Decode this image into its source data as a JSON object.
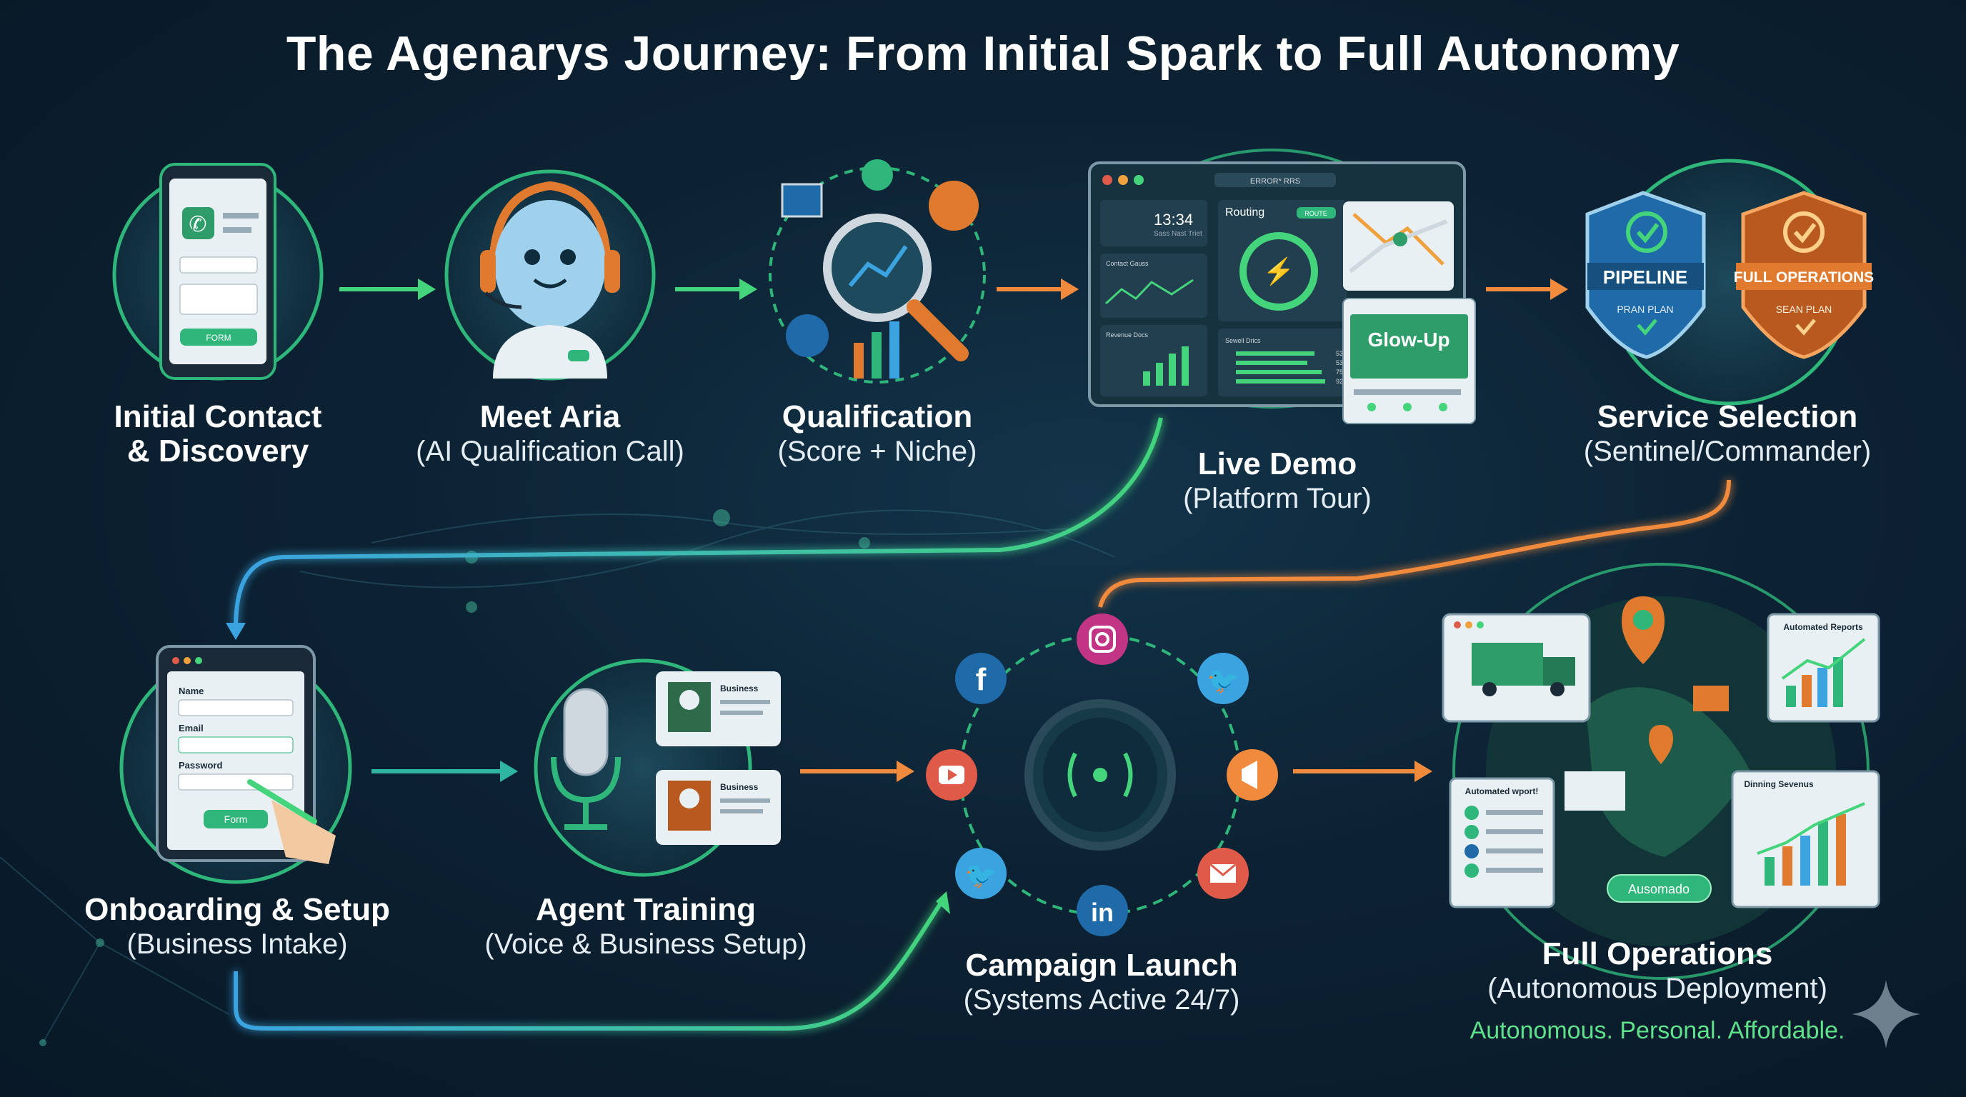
{
  "title": "The Agenarys Journey: From Initial Spark to Full Autonomy",
  "steps": [
    {
      "title": "Initial Contact",
      "title2": "& Discovery",
      "subtitle": ""
    },
    {
      "title": "Meet Aria",
      "subtitle": "(AI Qualification Call)"
    },
    {
      "title": "Qualification",
      "subtitle": "(Score + Niche)"
    },
    {
      "title": "Live Demo",
      "subtitle": "(Platform Tour)"
    },
    {
      "title": "Service Selection",
      "subtitle": "(Sentinel/Commander)"
    },
    {
      "title": "Onboarding & Setup",
      "subtitle": "(Business Intake)"
    },
    {
      "title": "Agent Training",
      "subtitle": "(Voice & Business Setup)"
    },
    {
      "title": "Campaign Launch",
      "subtitle": "(Systems Active 24/7)"
    },
    {
      "title": "Full Operations",
      "subtitle": "(Autonomous Deployment)"
    }
  ],
  "phone_form": {
    "button": "FORM"
  },
  "demo": {
    "url": "ERROR* RRS",
    "clock": "13:34",
    "clock_sub": "Sass Nast Triet",
    "panel1": "Routing",
    "panel1_badge": "ROUTE",
    "glow": "Glow-Up",
    "mini1": "Contact Gauss",
    "mini2": "Revenue Docs",
    "mini3": "Sewell Drics",
    "pcts": [
      "53%",
      "53%",
      "75%",
      "92%"
    ]
  },
  "plans": [
    {
      "name": "PIPELINE",
      "sub": "PRAN PLAN",
      "color": "#1f6aa8"
    },
    {
      "name": "FULL OPERATIONS",
      "sub": "SEAN PLAN",
      "color": "#e07a2e"
    }
  ],
  "onboarding_form": {
    "name": "Name",
    "email": "Email",
    "password": "Password",
    "button": "Form"
  },
  "agent_cards": [
    "Business",
    "Business"
  ],
  "ops": {
    "reports1": "Automated Reports",
    "reports2": "Automated wport!",
    "reports3": "Dinning Sevenus",
    "badge": "Ausomado"
  },
  "tagline": "Autonomous. Personal. Affordable.",
  "colors": {
    "green": "#43d47c",
    "blue": "#3aa3e0",
    "orange": "#f08a3c",
    "teal": "#2fb6a0"
  }
}
